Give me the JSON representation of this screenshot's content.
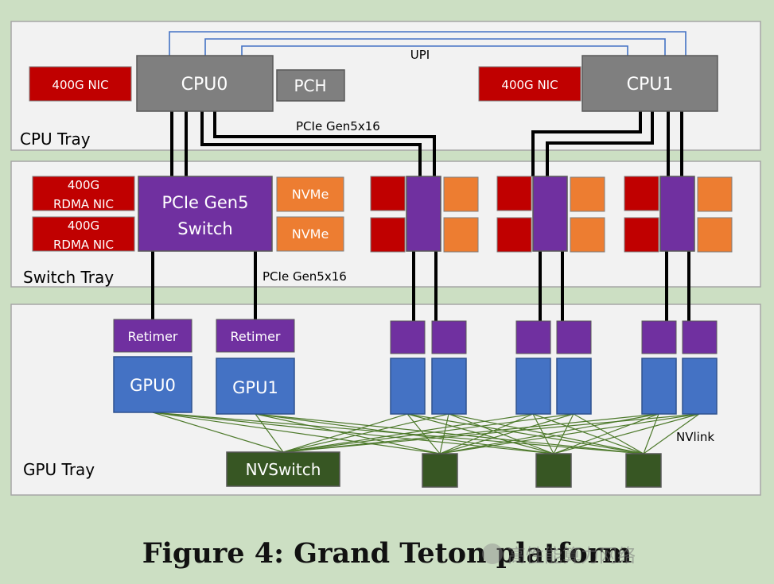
{
  "trays": {
    "cpu": "CPU Tray",
    "switch": "Switch Tray",
    "gpu": "GPU Tray"
  },
  "cpu_tray": {
    "cpu0": "CPU0",
    "cpu1": "CPU1",
    "pch": "PCH",
    "nic_left": "400G NIC",
    "nic_right": "400G NIC",
    "upi": "UPI",
    "pcie_label": "PCIe Gen5x16"
  },
  "switch_tray": {
    "switch_line1": "PCIe Gen5",
    "switch_line2": "Switch",
    "rdma_nic_line1": "400G",
    "rdma_nic_line2": "RDMA NIC",
    "nvme": "NVMe",
    "pcie_label": "PCIe Gen5x16"
  },
  "gpu_tray": {
    "retimer": "Retimer",
    "gpu0": "GPU0",
    "gpu1": "GPU1",
    "nvswitch": "NVSwitch",
    "nvlink": "NVlink"
  },
  "caption": "Figure 4: Grand Teton platform",
  "watermark": "高性能算力网络",
  "colors": {
    "background": "#ccdfc3",
    "tray": "#f2f2f2",
    "cpu": "#7f7f7f",
    "nic": "#c00000",
    "switch": "#7030a0",
    "nvme": "#ed7d31",
    "gpu": "#4472c4",
    "nvswitch": "#375623",
    "upi_line": "#4472c4",
    "nvlink_line": "#548235"
  }
}
